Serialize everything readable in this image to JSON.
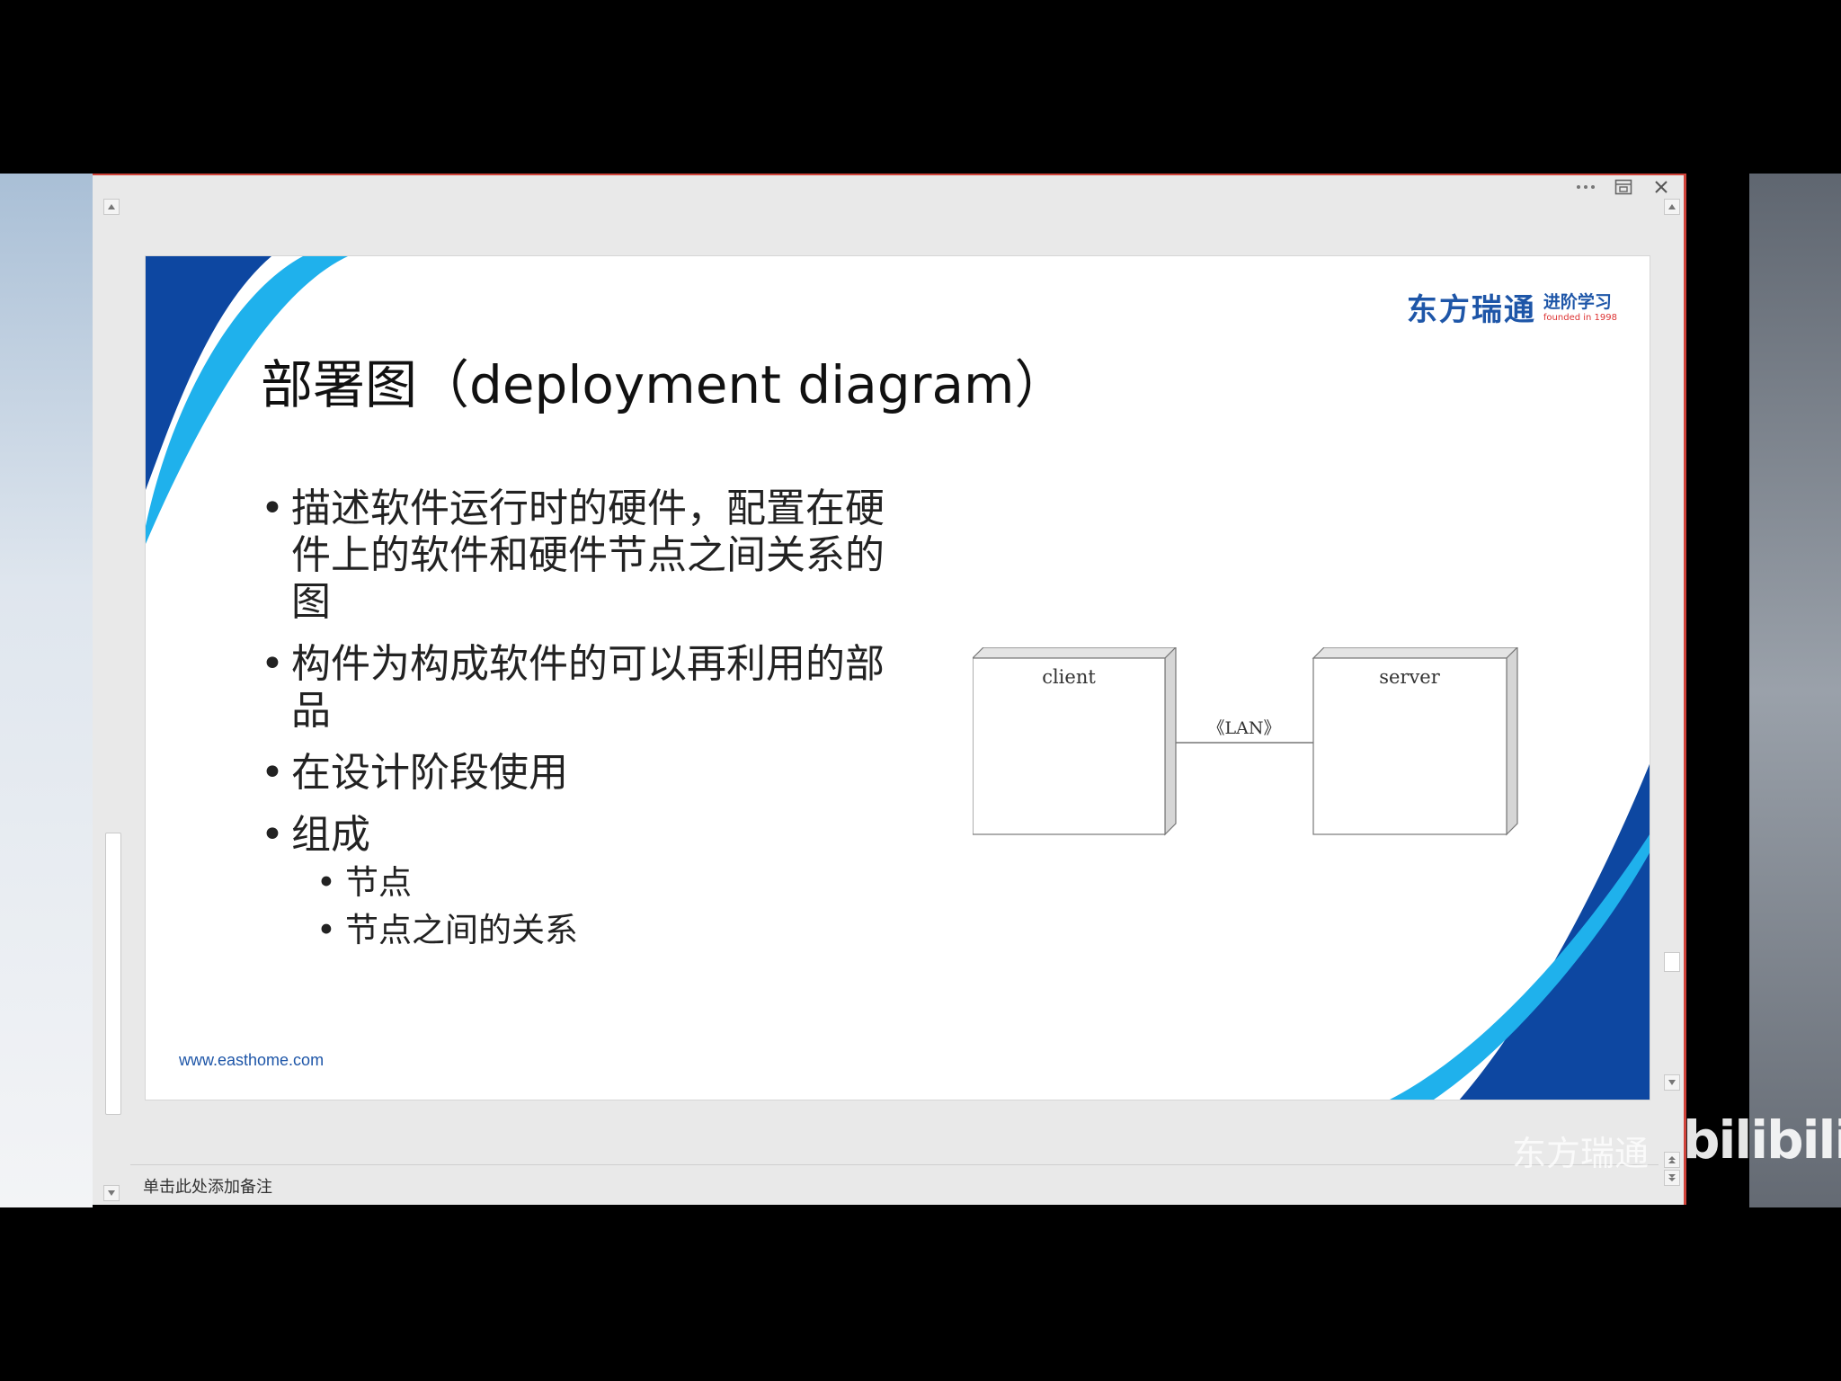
{
  "window": {
    "controls": [
      {
        "name": "more-options-icon",
        "glyph": "···"
      },
      {
        "name": "restore-window-icon",
        "glyph": "⧉"
      },
      {
        "name": "close-icon",
        "glyph": "✕"
      }
    ]
  },
  "slide": {
    "logo_text": "东方瑞通",
    "logo_sub": "进阶学习",
    "logo_founded": "founded in 1998",
    "title": "部署图（deployment diagram）",
    "bullets": [
      "描述软件运行时的硬件，配置在硬件上的软件和硬件节点之间关系的图",
      "构件为构成软件的可以再利用的部品",
      "在设计阶段使用",
      "组成"
    ],
    "sub_bullets": [
      "节点",
      "节点之间的关系"
    ],
    "footer_url": "www.easthome.com",
    "diagram": {
      "client_label": "client",
      "server_label": "server",
      "link_label": "《LAN》"
    }
  },
  "notes": {
    "placeholder": "单击此处添加备注"
  },
  "overlay": {
    "watermark": "东方瑞通",
    "platform_logo": "bilibili"
  },
  "colors": {
    "brand_blue": "#1e56a8",
    "wave_dark": "#0d47a1",
    "wave_light": "#1fb1ec",
    "window_border": "#d0433a"
  }
}
